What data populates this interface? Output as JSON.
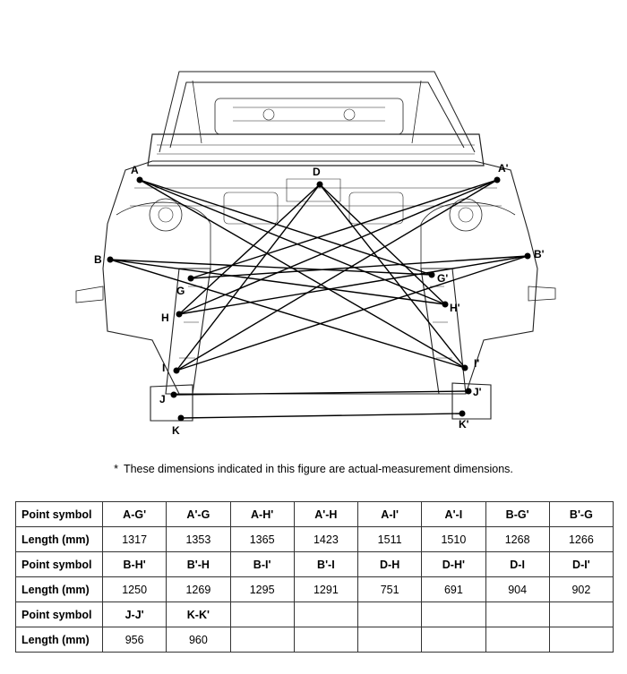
{
  "points": {
    "A": "A",
    "A_prime": "A'",
    "B": "B",
    "B_prime": "B'",
    "D": "D",
    "G": "G",
    "G_prime": "G'",
    "H": "H",
    "H_prime": "H'",
    "I": "I",
    "I_prime": "I'",
    "J": "J",
    "J_prime": "J'",
    "K": "K",
    "K_prime": "K'"
  },
  "note": {
    "star": "*",
    "text": "These dimensions indicated in this figure are actual-measurement dimensions."
  },
  "table": {
    "symbol_header": "Point symbol",
    "length_header": "Length (mm)",
    "rows": [
      {
        "symbols": [
          "A-G'",
          "A'-G",
          "A-H'",
          "A'-H",
          "A-I'",
          "A'-I",
          "B-G'",
          "B'-G"
        ],
        "lengths": [
          "1317",
          "1353",
          "1365",
          "1423",
          "1511",
          "1510",
          "1268",
          "1266"
        ]
      },
      {
        "symbols": [
          "B-H'",
          "B'-H",
          "B-I'",
          "B'-I",
          "D-H",
          "D-H'",
          "D-I",
          "D-I'"
        ],
        "lengths": [
          "1250",
          "1269",
          "1295",
          "1291",
          "751",
          "691",
          "904",
          "902"
        ]
      },
      {
        "symbols": [
          "J-J'",
          "K-K'",
          "",
          "",
          "",
          "",
          "",
          ""
        ],
        "lengths": [
          "956",
          "960",
          "",
          "",
          "",
          "",
          "",
          ""
        ]
      }
    ]
  }
}
